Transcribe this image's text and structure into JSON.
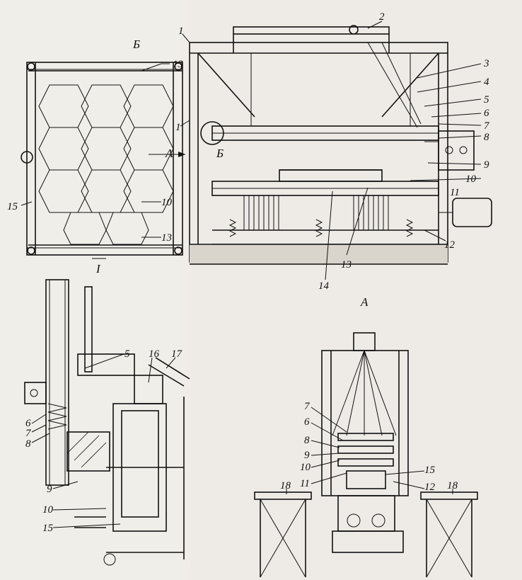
{
  "figure": {
    "callouts": [
      {
        "id": "c1",
        "text": "1"
      },
      {
        "id": "c2",
        "text": "2"
      },
      {
        "id": "c3",
        "text": "3"
      },
      {
        "id": "c4",
        "text": "4"
      },
      {
        "id": "c5",
        "text": "5"
      },
      {
        "id": "c6",
        "text": "6"
      },
      {
        "id": "c7",
        "text": "7"
      },
      {
        "id": "c8",
        "text": "8"
      },
      {
        "id": "c9",
        "text": "9"
      },
      {
        "id": "c10",
        "text": "10"
      },
      {
        "id": "c11",
        "text": "11"
      },
      {
        "id": "c12",
        "text": "12"
      },
      {
        "id": "c13",
        "text": "13"
      },
      {
        "id": "c14",
        "text": "14"
      },
      {
        "id": "c15",
        "text": "15"
      },
      {
        "id": "c16",
        "text": "16"
      },
      {
        "id": "c17",
        "text": "17"
      },
      {
        "id": "c18",
        "text": "18"
      }
    ],
    "view_labels": {
      "view_b": "Б",
      "view_a": "А",
      "section_1": "I"
    }
  }
}
